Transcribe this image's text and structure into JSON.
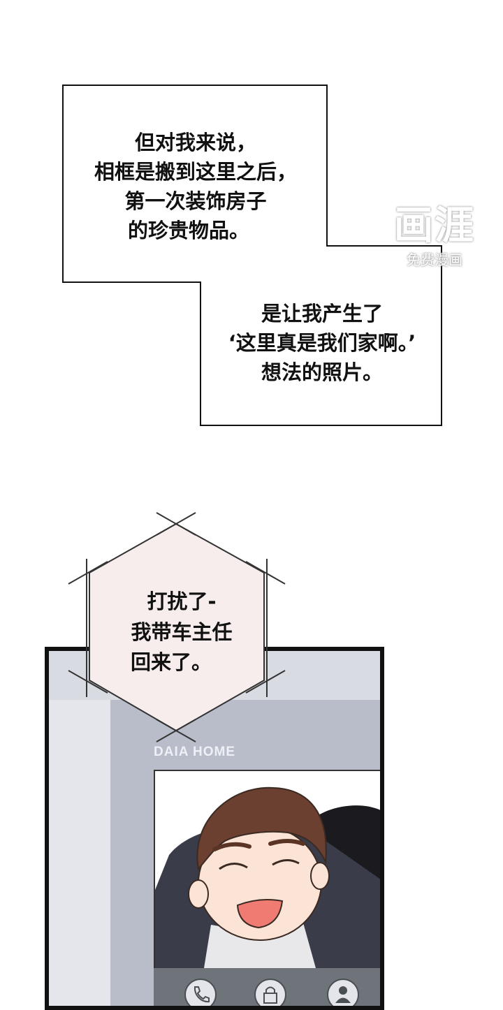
{
  "caption_1": {
    "lines": [
      "但对我来说，",
      "相框是搬到这里之后，",
      "第一次装饰房子",
      "的珍贵物品。"
    ]
  },
  "caption_2": {
    "lines": [
      "是让我产生了",
      "‘这里真是我们家啊。’",
      "想法的照片。"
    ]
  },
  "watermark": {
    "logo": "画涯",
    "subtitle": "免费漫画"
  },
  "speech_bubble": {
    "lines": [
      "打扰了-",
      "我带车主任",
      "回来了。"
    ]
  },
  "door_panel": {
    "brand": "DAIA HOME",
    "buttons": [
      "phone-icon",
      "lock-icon",
      "person-icon"
    ]
  },
  "colors": {
    "bubble_fill": "#f7eded",
    "panel_bg": "#c9cbd6",
    "screen_bar": "#6f747b"
  }
}
